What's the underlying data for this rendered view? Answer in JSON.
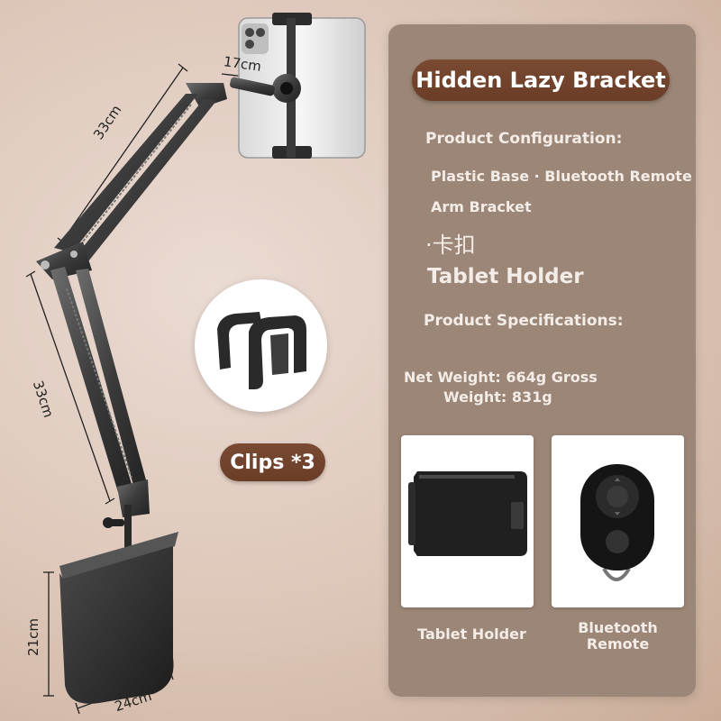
{
  "dimensions": {
    "arm_upper": "33cm",
    "arm_lower": "33cm",
    "tablet_clamp": "17cm",
    "base_height": "21cm",
    "base_width": "24cm"
  },
  "clips": {
    "label": "Clips *3"
  },
  "panel": {
    "title": "Hidden Lazy Bracket",
    "config_heading": "Product Configuration:",
    "config_line1": "Plastic Base · Bluetooth Remote",
    "config_line2": "Arm Bracket",
    "config_line3": "·卡扣",
    "config_line4": "Tablet Holder",
    "spec_heading": "Product Specifications:",
    "spec_line1": "Net Weight: 664g Gross",
    "spec_line2": "Weight: 831g"
  },
  "cards": [
    {
      "label": "Tablet Holder"
    },
    {
      "label_line1": "Bluetooth",
      "label_line2": "Remote"
    }
  ],
  "colors": {
    "panel": "#9c8677",
    "accent_pill": "#6a3d27",
    "product_dark": "#2a2a2a"
  }
}
